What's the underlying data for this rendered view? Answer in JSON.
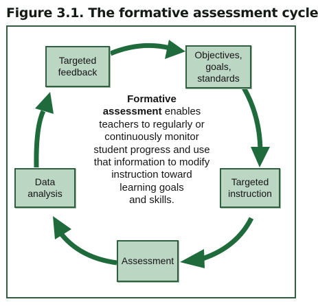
{
  "figure": {
    "title": "Figure 3.1. The formative assessment cycle"
  },
  "center": {
    "bold_line_1": "Formative",
    "bold_line_2": "assessment",
    "text_line_2_rest": " enables",
    "lines": [
      "teachers to regularly or",
      "continuously monitor",
      "student progress and use",
      "that information to modify",
      "instruction toward",
      "learning goals",
      "and skills."
    ]
  },
  "nodes": {
    "targeted_feedback": "Targeted\nfeedback",
    "objectives": "Objectives,\ngoals,\nstandards",
    "targeted_instruction": "Targeted\ninstruction",
    "assessment": "Assessment",
    "data_analysis": "Data\nanalysis"
  },
  "colors": {
    "arrow": "#1f6b3c",
    "node_fill": "#bcd6c4",
    "node_border": "#2f5f3f",
    "frame_border": "#2f5f3f"
  }
}
